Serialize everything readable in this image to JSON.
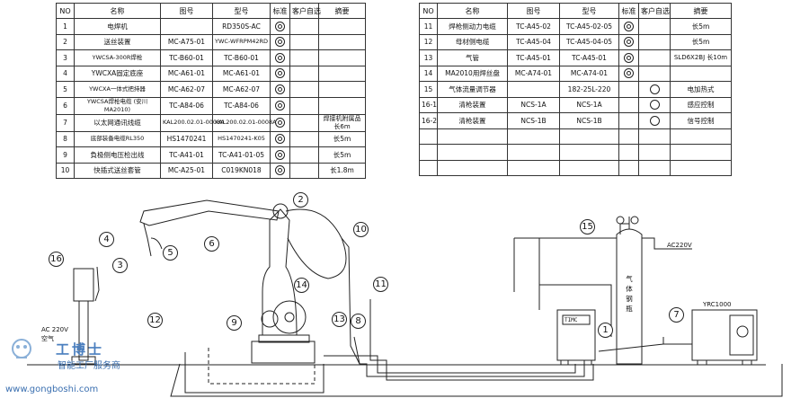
{
  "left_table": {
    "headers": [
      "NO",
      "名称",
      "图号",
      "型号",
      "标准",
      "客户自选",
      "摘要"
    ],
    "rows": [
      {
        "no": "1",
        "name": "电焊机",
        "drawing": "",
        "model": "RD350S-AC",
        "std": "dbl",
        "opt": "",
        "note": ""
      },
      {
        "no": "2",
        "name": "送丝装置",
        "drawing": "MC-A75-01",
        "model": "YWC-WFRPM42RD",
        "std": "dbl",
        "opt": "",
        "note": ""
      },
      {
        "no": "3",
        "name": "YWCSA-300R焊枪",
        "drawing": "TC-B60-01",
        "model": "TC-B60-01",
        "std": "dbl",
        "opt": "",
        "note": ""
      },
      {
        "no": "4",
        "name": "YWCXA固定底座",
        "drawing": "MC-A61-01",
        "model": "MC-A61-01",
        "std": "dbl",
        "opt": "",
        "note": ""
      },
      {
        "no": "5",
        "name": "YWCXA一体式把持器",
        "drawing": "MC-A62-07",
        "model": "MC-A62-07",
        "std": "dbl",
        "opt": "",
        "note": ""
      },
      {
        "no": "6",
        "name": "YWCSA焊枪电缆 (安川MA2010)",
        "drawing": "TC-A84-06",
        "model": "TC-A84-06",
        "std": "dbl",
        "opt": "",
        "note": ""
      },
      {
        "no": "7",
        "name": "以太网通讯线缆",
        "drawing": "KAL200.02.01-0008A",
        "model": "KAL200.02.01-0008A",
        "std": "dbl",
        "opt": "",
        "note": "焊接机附属品 长6m"
      },
      {
        "no": "8",
        "name": "底部装备电缆RL350",
        "drawing": "HS1470241",
        "model": "HS1470241-K05",
        "std": "dbl",
        "opt": "",
        "note": "长5m"
      },
      {
        "no": "9",
        "name": "負极侧电压检出线",
        "drawing": "TC-A41-01",
        "model": "TC-A41-01-05",
        "std": "dbl",
        "opt": "",
        "note": "长5m"
      },
      {
        "no": "10",
        "name": "快插式送丝套管",
        "drawing": "MC-A25-01",
        "model": "C019KN018",
        "std": "dbl",
        "opt": "",
        "note": "长1.8m"
      }
    ]
  },
  "right_table": {
    "headers": [
      "NO",
      "名称",
      "图号",
      "型号",
      "标准",
      "客户自选",
      "摘要"
    ],
    "rows": [
      {
        "no": "11",
        "name": "焊枪侧动力电缆",
        "drawing": "TC-A45-02",
        "model": "TC-A45-02-05",
        "std": "dbl",
        "opt": "",
        "note": "长5m"
      },
      {
        "no": "12",
        "name": "母材侧电缆",
        "drawing": "TC-A45-04",
        "model": "TC-A45-04-05",
        "std": "dbl",
        "opt": "",
        "note": "长5m"
      },
      {
        "no": "13",
        "name": "气管",
        "drawing": "TC-A45-01",
        "model": "TC-A45-01",
        "std": "dbl",
        "opt": "",
        "note": "SLD6X2BJ 长10m"
      },
      {
        "no": "14",
        "name": "MA2010用焊丝盘",
        "drawing": "MC-A74-01",
        "model": "MC-A74-01",
        "std": "dbl",
        "opt": "",
        "note": ""
      },
      {
        "no": "15",
        "name": "气体流量调节器",
        "drawing": "",
        "model": "182-25L-220",
        "std": "",
        "opt": "sgl",
        "note": "电加热式"
      },
      {
        "no": "16-1",
        "name": "清枪装置",
        "drawing": "NCS-1A",
        "model": "NCS-1A",
        "std": "",
        "opt": "sgl",
        "note": "感应控制"
      },
      {
        "no": "16-2",
        "name": "清枪装置",
        "drawing": "NCS-1B",
        "model": "NCS-1B",
        "std": "",
        "opt": "sgl",
        "note": "信号控制"
      },
      {
        "no": "",
        "name": "",
        "drawing": "",
        "model": "",
        "std": "",
        "opt": "",
        "note": ""
      },
      {
        "no": "",
        "name": "",
        "drawing": "",
        "model": "",
        "std": "",
        "opt": "",
        "note": ""
      },
      {
        "no": "",
        "name": "",
        "drawing": "",
        "model": "",
        "std": "",
        "opt": "",
        "note": ""
      }
    ]
  },
  "diagram": {
    "callouts": [
      "1",
      "2",
      "3",
      "4",
      "5",
      "6",
      "7",
      "8",
      "9",
      "10",
      "11",
      "12",
      "13",
      "14",
      "15",
      "16"
    ],
    "labels": {
      "ac220_right": "AC220V",
      "ac220_left": "AC 220V",
      "air": "空气",
      "controller": "YRC1000",
      "gas_cylinder": "气体钢瓶",
      "welder_panel": "TIMC"
    }
  },
  "watermark": {
    "brand": "工博士",
    "name": "智能工厂服务商",
    "url": "www.gongboshi.com"
  }
}
